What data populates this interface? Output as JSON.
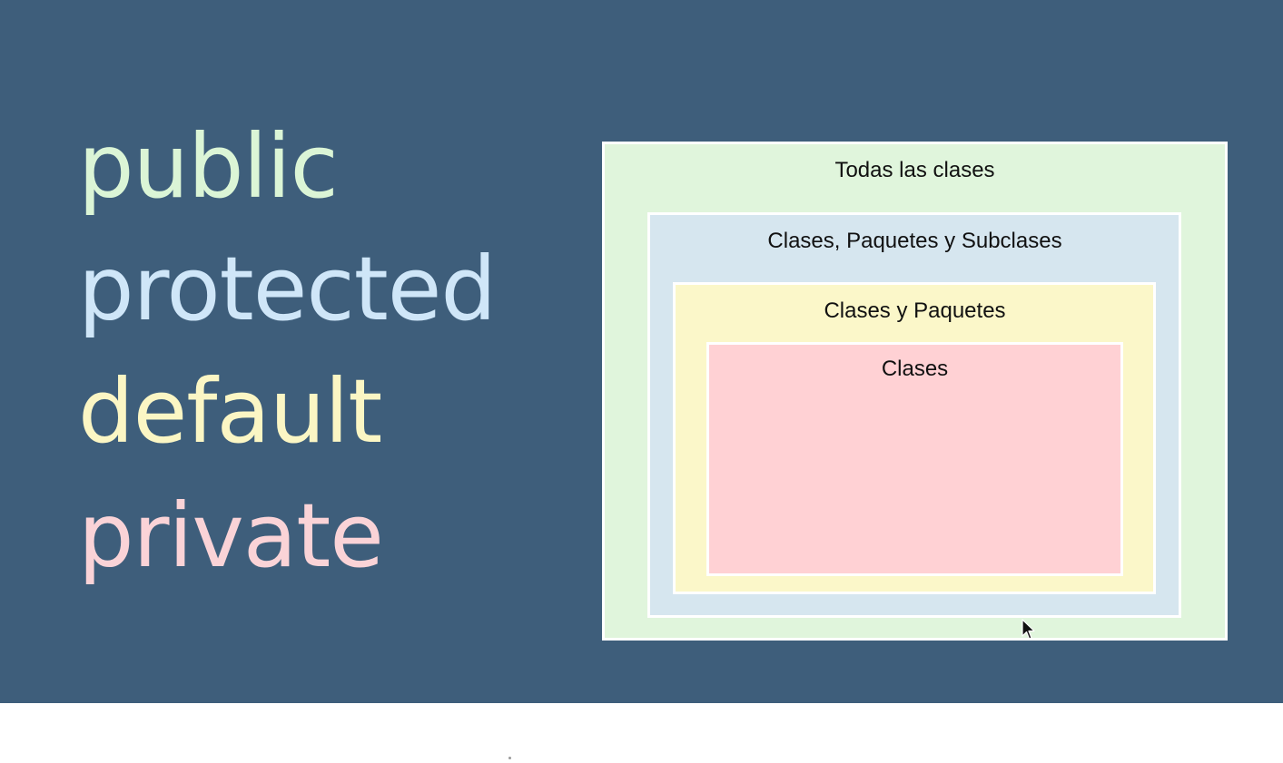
{
  "slide": {
    "background_color": "#3e5e7b",
    "keywords": [
      {
        "label": "public",
        "color": "#dbf5d6"
      },
      {
        "label": "protected",
        "color": "#cfe6f8"
      },
      {
        "label": "default",
        "color": "#fbf6c4"
      },
      {
        "label": "private",
        "color": "#fad3d7"
      }
    ]
  },
  "diagram": {
    "boxes": [
      {
        "label": "Todas las clases",
        "color": "#e0f5dc"
      },
      {
        "label": "Clases, Paquetes y Subclases",
        "color": "#d6e6ef"
      },
      {
        "label": "Clases y Paquetes",
        "color": "#fbf7c9"
      },
      {
        "label": "Clases",
        "color": "#ffd1d4"
      }
    ]
  },
  "cursor": {
    "icon": "mouse-pointer-icon"
  }
}
